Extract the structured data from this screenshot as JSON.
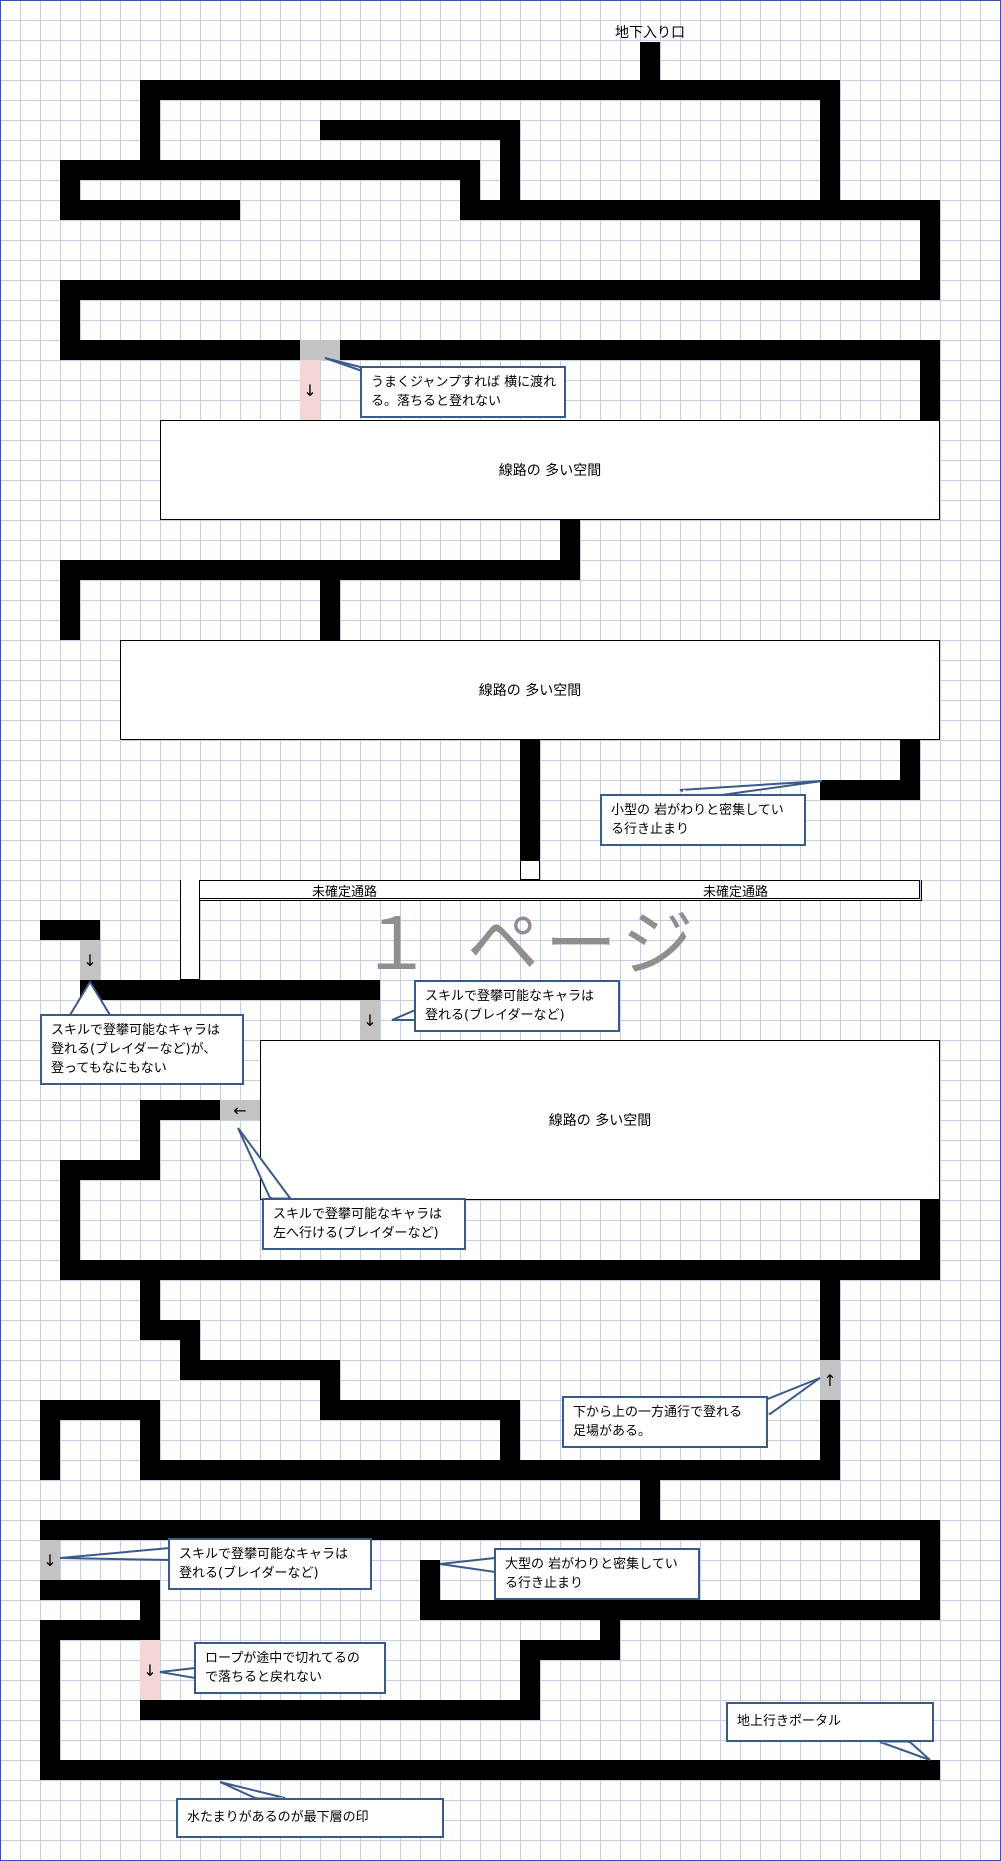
{
  "entrance_label": "地下入り口",
  "spaces": [
    "線路の 多い空間",
    "線路の 多い空間",
    "線路の 多い空間"
  ],
  "unconfirmed_passage_labels": [
    "未確定通路",
    "未確定通路"
  ],
  "page_watermark": "１ ページ",
  "arrows": {
    "jump_down": "↓",
    "left_down": "↓",
    "mid_down": "↓",
    "left_arrow": "←",
    "up_arrow": "↑",
    "bottom_left_down": "↓",
    "rope_down": "↓"
  },
  "callouts": {
    "jump": [
      "うまくジャンプすれば 横に渡れ",
      "る。落ちると登れない"
    ],
    "small_rocks": [
      "小型の 岩がわりと密集してい",
      "る行き止まり"
    ],
    "climb_left": [
      "スキルで登攀可能なキャラは",
      "登れる(ブレイダーなど)が、",
      "登ってもなにもない"
    ],
    "climb_mid": [
      "スキルで登攀可能なキャラは",
      "登れる(ブレイダーなど)"
    ],
    "go_left": [
      "スキルで登攀可能なキャラは",
      "左へ行ける(ブレイダーなど)"
    ],
    "one_way": [
      "下から上の一方通行で登れる",
      "足場がある。"
    ],
    "climb_bottom": [
      "スキルで登攀可能なキャラは",
      "登れる(ブレイダーなど)"
    ],
    "large_rocks": [
      "大型の 岩がわりと密集してい",
      "る行き止まり"
    ],
    "rope": [
      "ロープが途中で切れてるの",
      "で落ちると戻れない"
    ],
    "portal": [
      "地上行きポータル"
    ],
    "puddle": [
      "水たまりがあるのが最下層の印"
    ]
  }
}
